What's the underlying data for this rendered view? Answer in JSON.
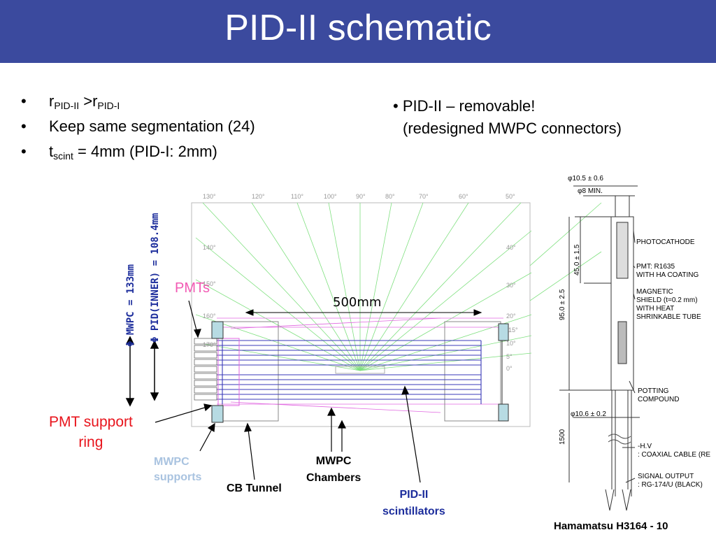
{
  "slide": {
    "title": "PID-II schematic",
    "bullets": [
      {
        "marker": "•",
        "r": "r",
        "sub1": "PID-II",
        "gt": " >r",
        "sub2": "PID-I"
      },
      {
        "marker": "•",
        "text": "Keep same segmentation (24)"
      },
      {
        "marker": "•",
        "t": "t",
        "sub": "scint",
        "rest": " =  4mm (PID-I:  2mm)"
      }
    ],
    "note_line1": "• PID-II – removable!",
    "note_line2": "(redesigned MWPC connectors)",
    "footer": "Hamamatsu H3164 - 10"
  },
  "schematic": {
    "angle_labels_top": [
      "130°",
      "120°",
      "110°",
      "100°",
      "90°",
      "80°",
      "70°",
      "60°",
      "50°"
    ],
    "angle_labels_left": [
      "140°",
      "150°",
      "160°",
      "170°"
    ],
    "angle_labels_right": [
      "40°",
      "30°",
      "20°",
      "15°",
      "10°",
      "5°",
      "0°"
    ],
    "length_label": "500mm",
    "pmts_label": "PMTs",
    "phi_mwpc": "Φ MWPC = 133mm",
    "phi_pid": "Φ PID(INNER) = 108.4mm",
    "callouts": {
      "pmt_support_ring": [
        "PMT support",
        "ring"
      ],
      "mwpc_supports": [
        "MWPC",
        "supports"
      ],
      "cb_tunnel": "CB Tunnel",
      "mwpc_chambers": [
        "MWPC",
        "Chambers"
      ],
      "pid_scintillators": [
        "PID-II",
        "scintillators"
      ]
    },
    "colors": {
      "title_bar": "#3b4a9e",
      "red_label": "#e8141c",
      "pink_label": "#f25ab4",
      "blue_label": "#1c2d9c",
      "light_blue_label": "#a9c3e0"
    }
  },
  "pmt_drawing": {
    "dim_top1": "φ10.5 ± 0.6",
    "dim_top2": "φ8 MIN.",
    "dim_len1": "45.0 ± 1.5",
    "dim_len2": "95.0 ± 2.5",
    "dim_len3": "1500",
    "dim_bottom": "φ10.6 ± 0.2",
    "parts": [
      "PHOTOCATHODE",
      "PMT: R1635",
      "WITH HA COATING",
      "MAGNETIC",
      "SHIELD (t=0.2 mm)",
      "WITH HEAT",
      "SHRINKABLE TUBE",
      "POTTING",
      "COMPOUND",
      "-H.V",
      ": COAXIAL CABLE (RE",
      "SIGNAL OUTPUT",
      ": RG-174/U (BLACK)"
    ]
  }
}
